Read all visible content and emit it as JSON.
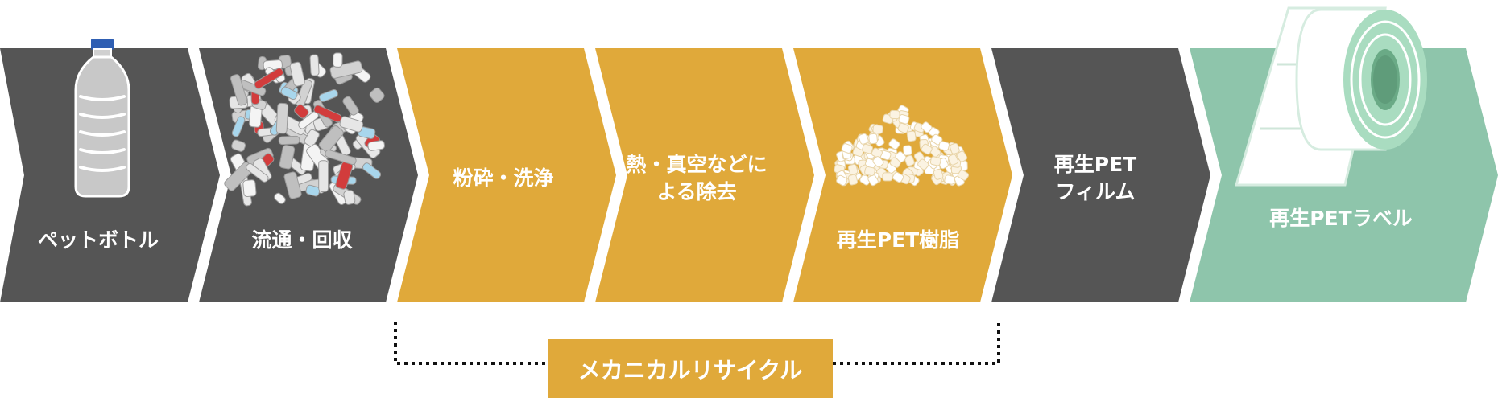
{
  "steps": [
    {
      "id": "pet-bottle",
      "line1": "ペットボトル",
      "line2": "",
      "color": "#555555",
      "icon": "bottle-icon"
    },
    {
      "id": "distribution",
      "line1": "流通・回収",
      "line2": "",
      "color": "#555555",
      "icon": "crushed-bottles-icon"
    },
    {
      "id": "crush-wash",
      "line1": "粉砕・洗浄",
      "line2": "",
      "color": "#e0a93a",
      "icon": ""
    },
    {
      "id": "heat-vacuum",
      "line1": "熱・真空などに",
      "line2": "よる除去",
      "color": "#e0a93a",
      "icon": ""
    },
    {
      "id": "resin",
      "line1": "再生PET樹脂",
      "line2": "",
      "color": "#e0a93a",
      "icon": "pellets-icon"
    },
    {
      "id": "film",
      "line1": "再生PET",
      "line2": "フィルム",
      "color": "#555555",
      "icon": ""
    },
    {
      "id": "label",
      "line1": "再生PETラベル",
      "line2": "",
      "color": "#8ec5ab",
      "icon": "label-roll-icon"
    }
  ],
  "bracket": {
    "label": "メカニカルリサイクル",
    "color": "#e0a93a"
  }
}
